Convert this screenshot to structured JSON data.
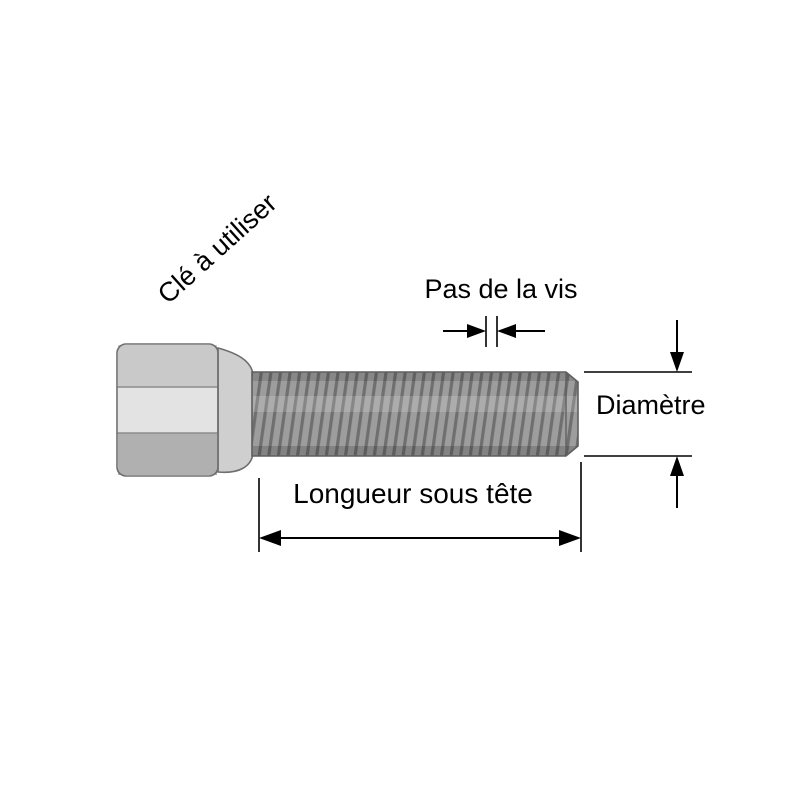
{
  "page": {
    "background": "#ffffff"
  },
  "diagram": {
    "type": "technical-drawing",
    "subject": "wheel-bolt-dimensions",
    "labels": {
      "wrench": "Clé à utiliser",
      "pitch": "Pas de la vis",
      "diameter": "Diamètre",
      "length_under_head": "Longueur sous tête"
    },
    "colors": {
      "outline": "#6e6e6e",
      "dimension": "#000000",
      "head_top": "#c9c9c9",
      "head_mid": "#e3e3e3",
      "head_bottom": "#b0b0b0",
      "face_line": "#8c8c8c",
      "cone": "#cfcfcf",
      "shank": "#9d9d9d",
      "thread": "#6a6a6a"
    }
  }
}
